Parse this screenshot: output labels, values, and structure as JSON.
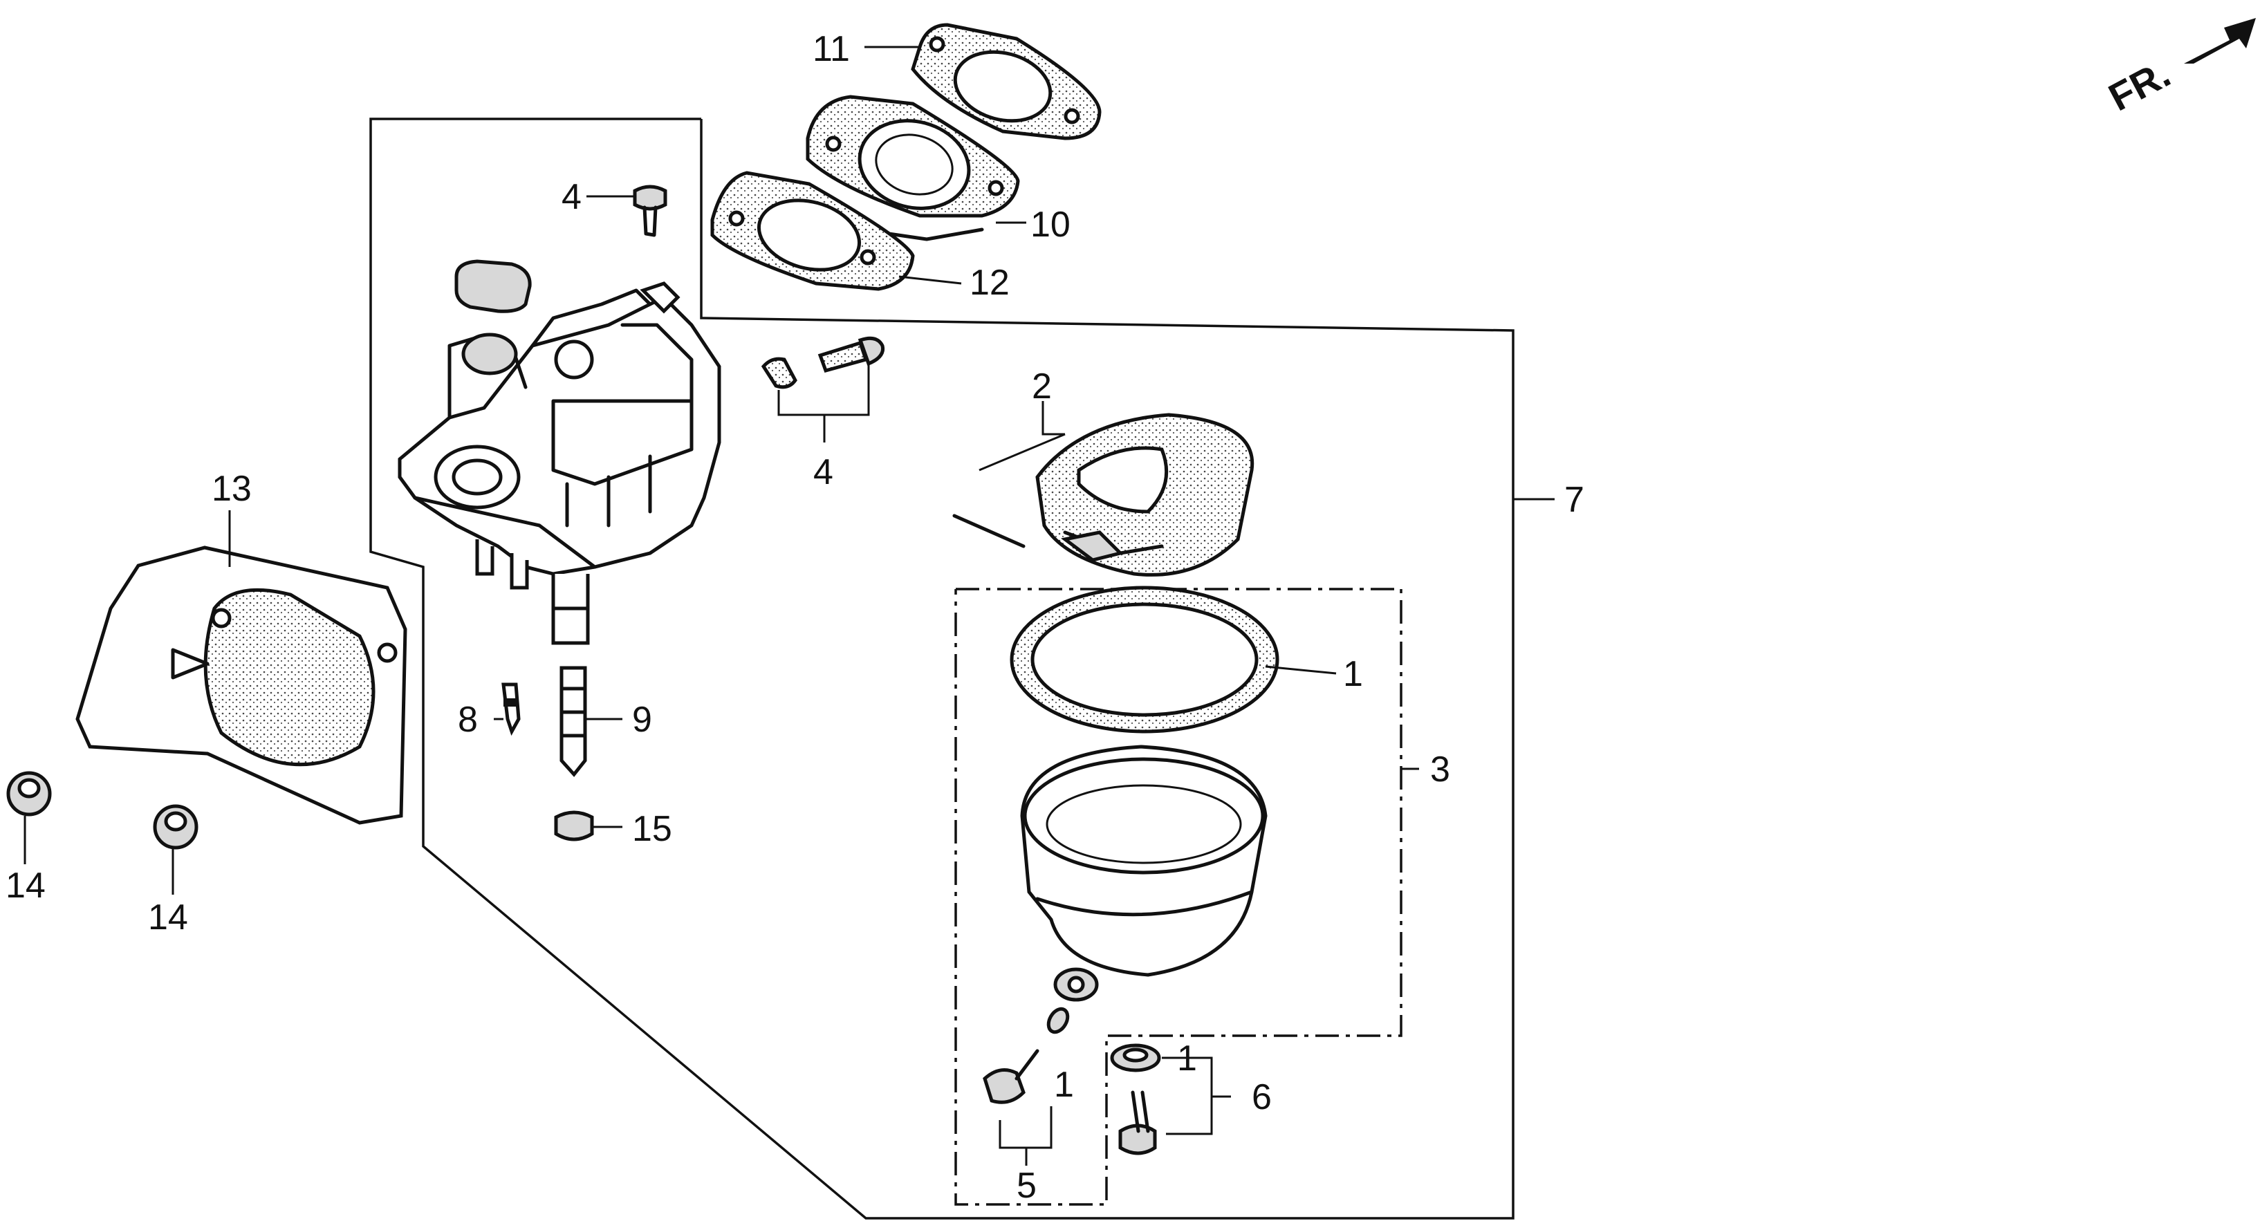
{
  "orientation": {
    "text": "FR."
  },
  "callouts": {
    "c1a": "1",
    "c1b": "1",
    "c1c": "1",
    "c2": "2",
    "c3": "3",
    "c4a": "4",
    "c4b": "4",
    "c5": "5",
    "c6": "6",
    "c7": "7",
    "c8": "8",
    "c9": "9",
    "c10": "10",
    "c11": "11",
    "c12": "12",
    "c13": "13",
    "c14a": "14",
    "c14b": "14",
    "c15": "15"
  }
}
